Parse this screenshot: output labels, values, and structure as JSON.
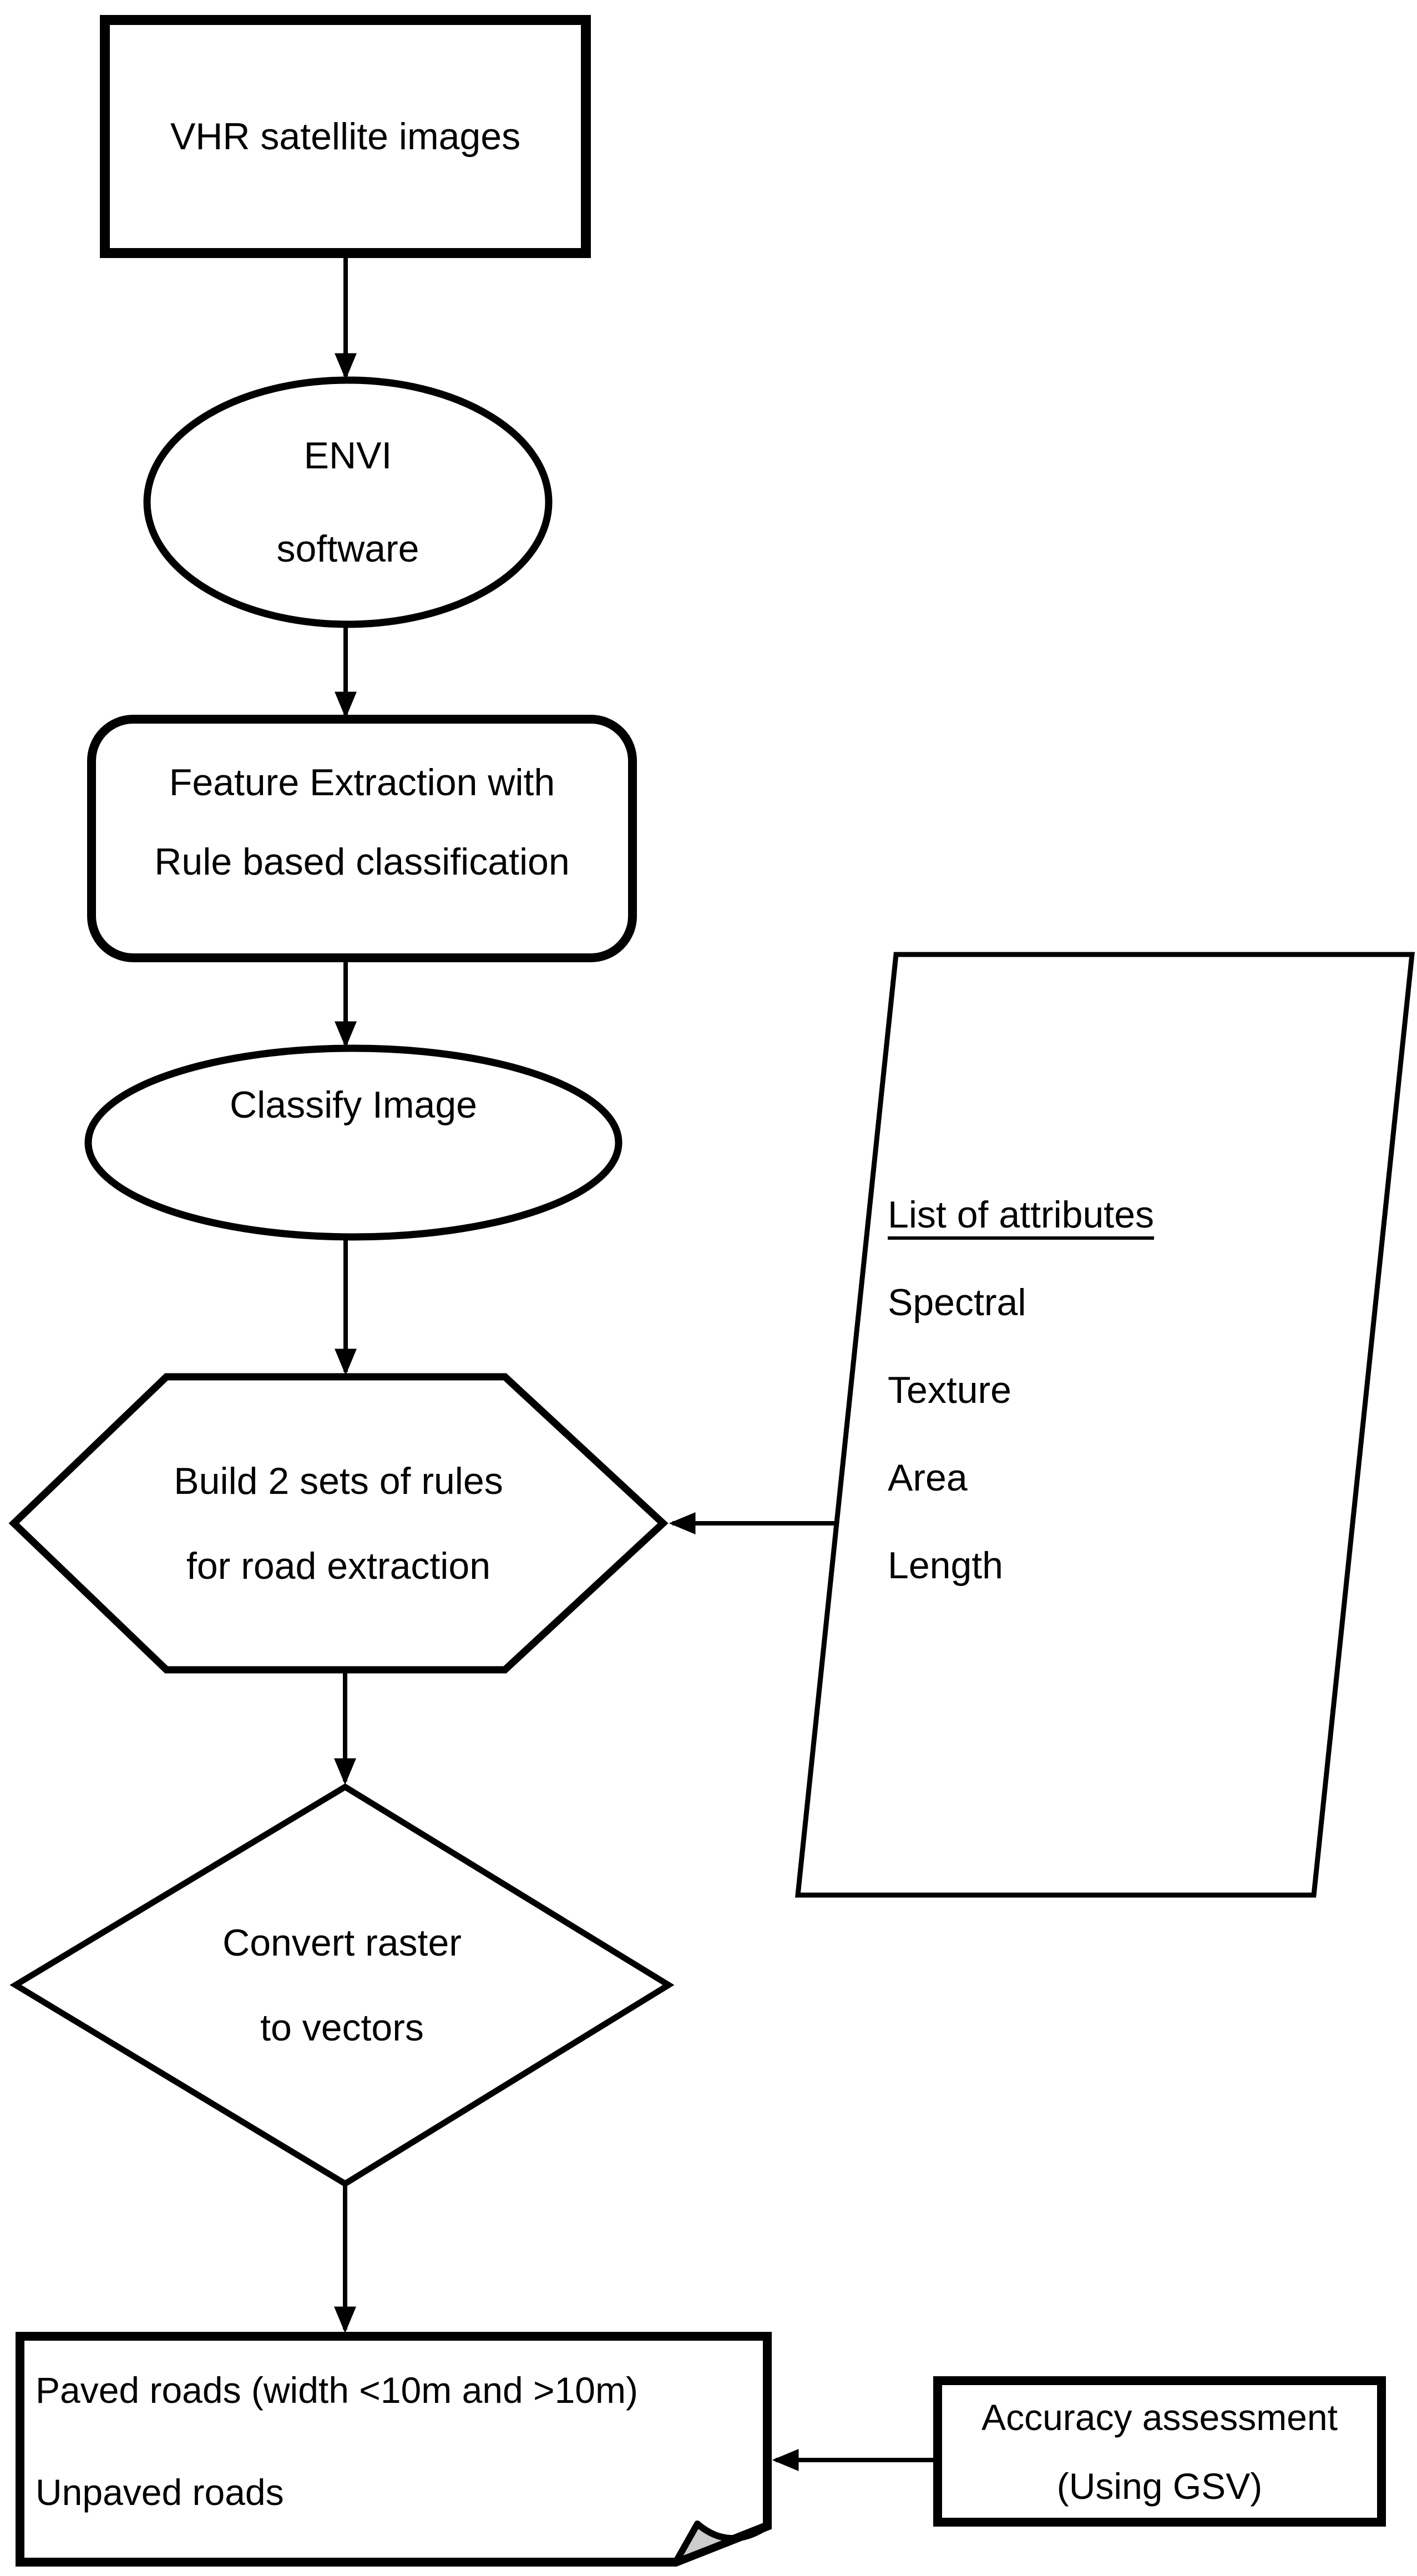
{
  "diagram": {
    "colors": {
      "stroke": "#000000",
      "background": "#ffffff",
      "fold_fill": "#cccccc"
    },
    "nodes": {
      "vhr": {
        "label": "VHR satellite images"
      },
      "envi": {
        "line1": "ENVI",
        "line2": "software"
      },
      "feature_extraction": {
        "line1": "Feature Extraction with",
        "line2": "Rule based classification"
      },
      "classify": {
        "label": "Classify Image"
      },
      "build_rules": {
        "line1": "Build 2 sets of rules",
        "line2": "for road extraction"
      },
      "attributes": {
        "title": "List of attributes",
        "items": [
          "Spectral",
          "Texture",
          "Area",
          "Length"
        ]
      },
      "convert": {
        "line1": "Convert raster",
        "line2": "to vectors"
      },
      "output": {
        "line1": "Paved roads (width <10m and >10m)",
        "line2": "Unpaved roads"
      },
      "accuracy": {
        "line1": "Accuracy assessment",
        "line2": "(Using GSV)"
      }
    }
  }
}
